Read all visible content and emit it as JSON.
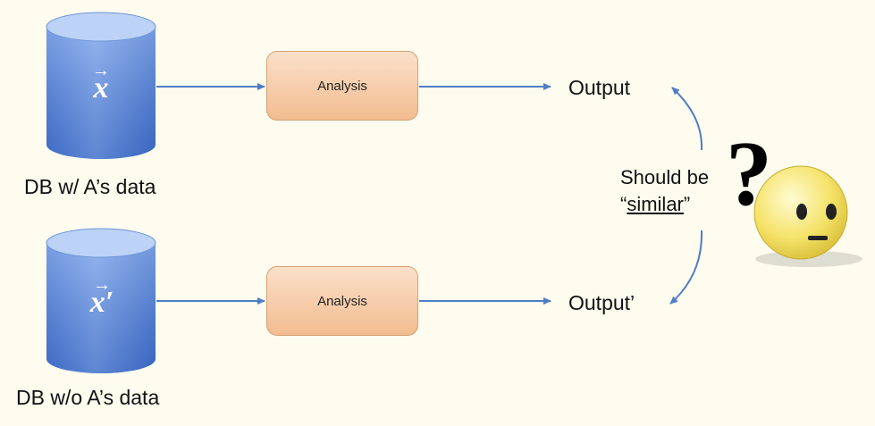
{
  "top": {
    "db_symbol": "x",
    "db_label": "DB w/ A’s data",
    "analysis_label": "Analysis",
    "output_label": "Output"
  },
  "bottom": {
    "db_symbol": "x′",
    "db_label": "DB w/o A’s data",
    "analysis_label": "Analysis",
    "output_label": "Output’"
  },
  "comparison": {
    "line1": "Should be",
    "open_quote": "“",
    "similar_word": "similar",
    "close_quote": "”"
  },
  "icons": {
    "arrow_vector": "→",
    "question_mark": "?"
  },
  "colors": {
    "background": "#fdfcee",
    "cylinder_top": "#a9c4f0",
    "cylinder_body": "#5b88dc",
    "analysis_fill": "#f6caa6",
    "arrow": "#4f7cc6",
    "face": "#f7e77a"
  }
}
